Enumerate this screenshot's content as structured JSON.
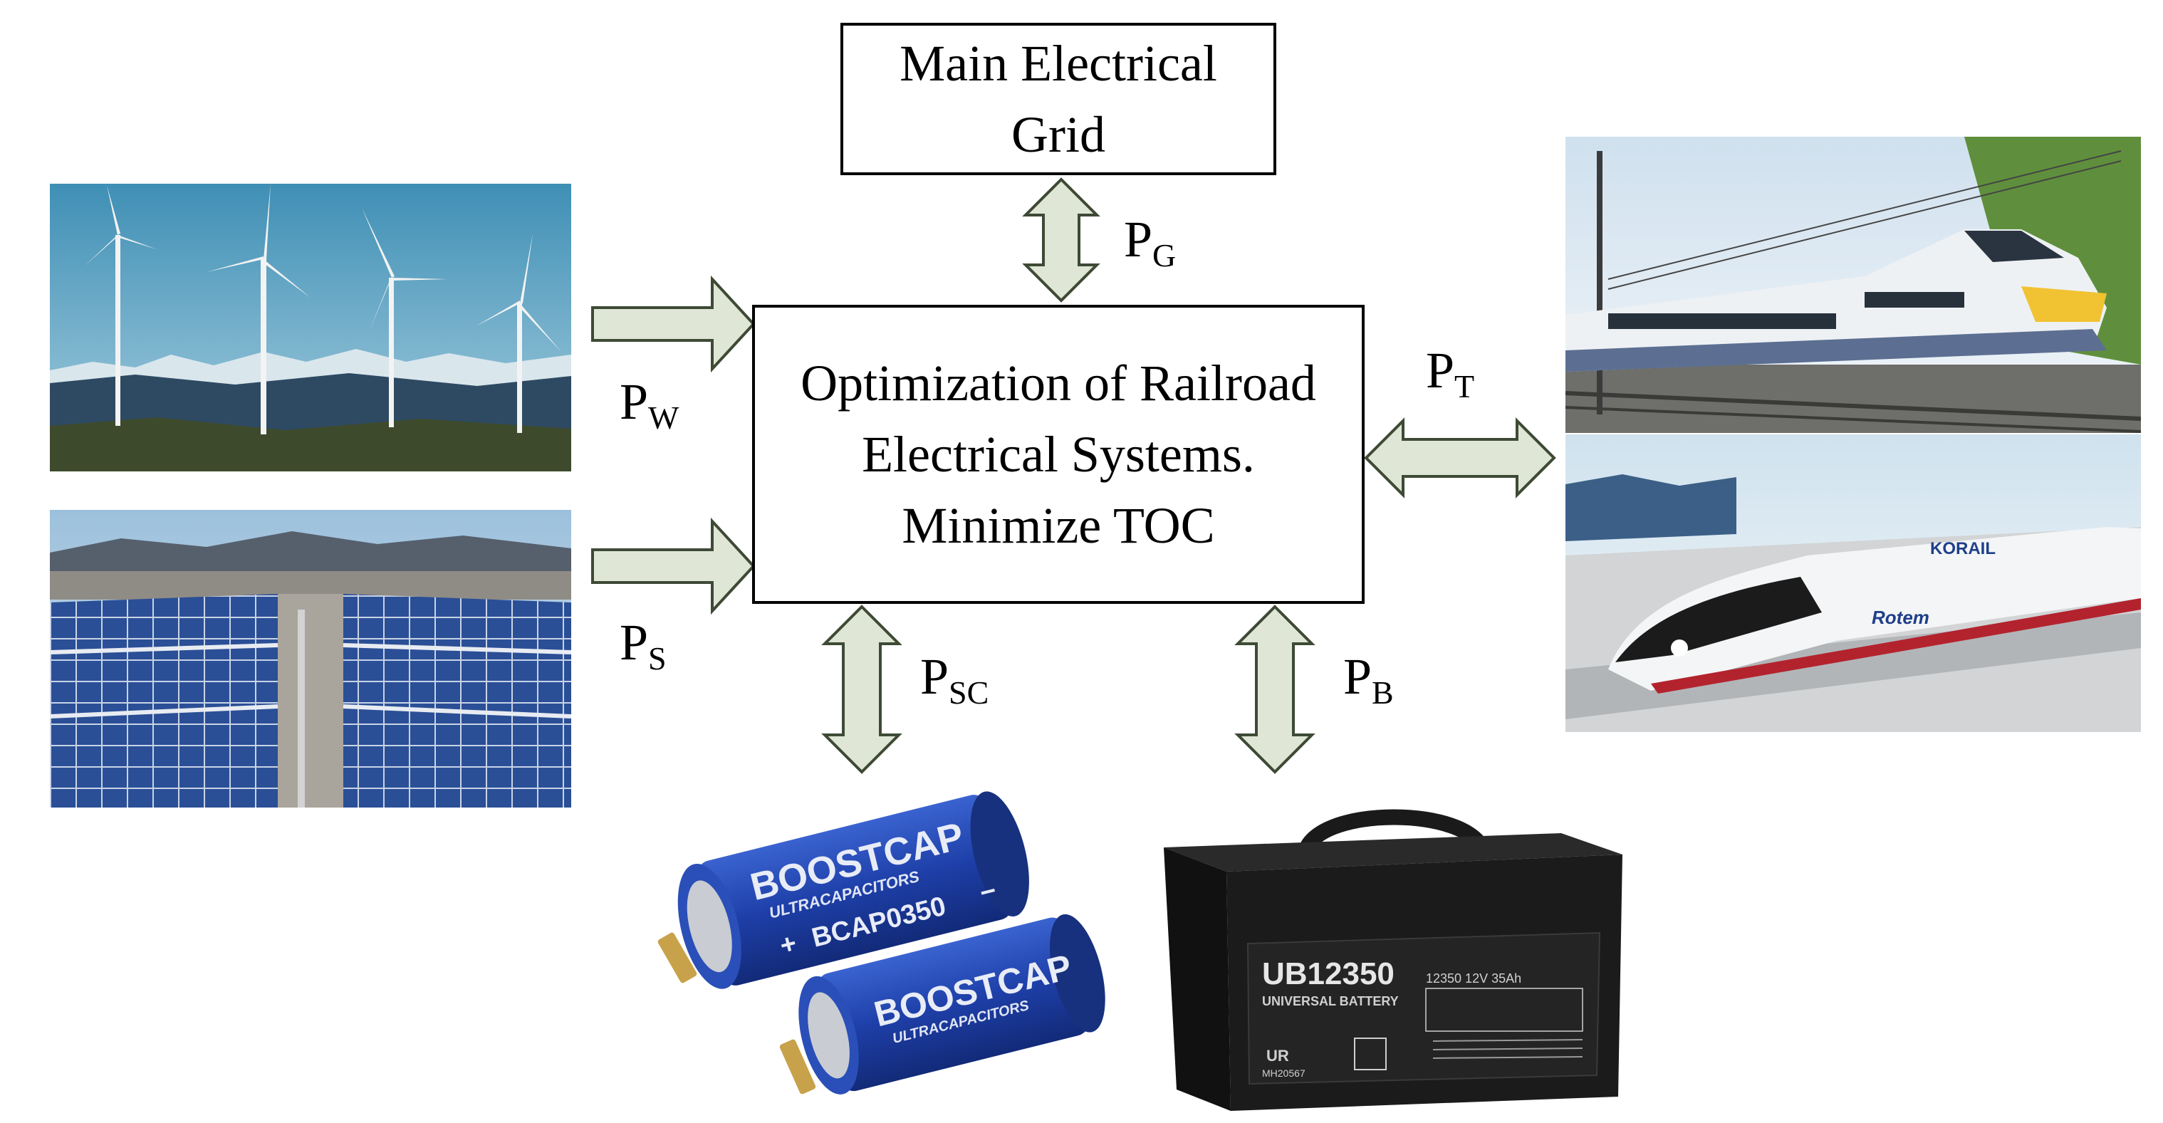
{
  "blocks": {
    "grid": "Main Electrical\nGrid",
    "optimization": "Optimization of Railroad\nElectrical Systems.\nMinimize TOC"
  },
  "flows": {
    "grid": {
      "main": "P",
      "sub": "G"
    },
    "wind": {
      "main": "P",
      "sub": "W"
    },
    "solar": {
      "main": "P",
      "sub": "S"
    },
    "supercap": {
      "main": "P",
      "sub": "SC"
    },
    "battery": {
      "main": "P",
      "sub": "B"
    },
    "train": {
      "main": "P",
      "sub": "T"
    }
  },
  "images": {
    "supercap": {
      "brand": "BOOSTCAP",
      "subtitle": "ULTRACAPACITORS",
      "model": "BCAP0350"
    },
    "battery": {
      "model": "UB12350",
      "brand": "UNIVERSAL BATTERY",
      "spec": "12350  12V  35Ah",
      "code": "MH20567"
    },
    "train": {
      "brand_top": "KORAIL",
      "brand_side": "Rotem"
    }
  },
  "colors": {
    "arrow_fill": "#dfe6d5",
    "arrow_stroke": "#3e4a35",
    "sky": "#6aa4c2",
    "solar_panel": "#2b4f96",
    "supercap_blue": "#1e3fa8",
    "battery_black": "#1b1b1b"
  }
}
